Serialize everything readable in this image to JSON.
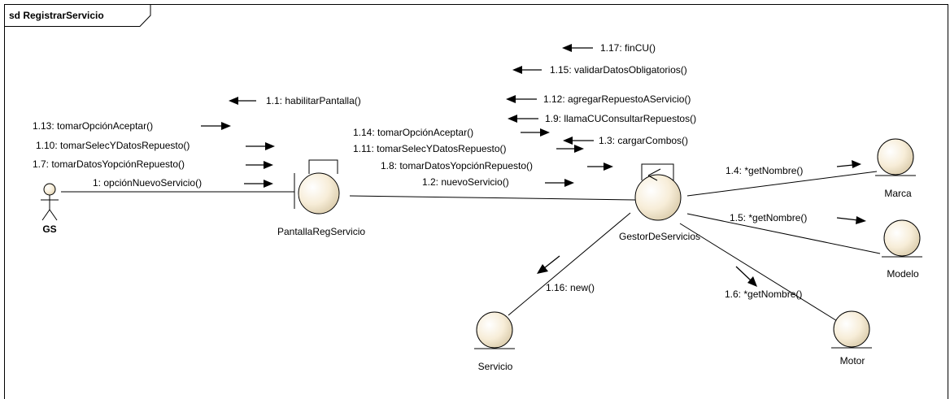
{
  "frame": {
    "title": "sd RegistrarServicio"
  },
  "actor": {
    "name": "GS"
  },
  "objects": {
    "boundary": "PantallaRegServicio",
    "control": "GestorDeServicios",
    "marca": "Marca",
    "modelo": "Modelo",
    "motor": "Motor",
    "servicio": "Servicio"
  },
  "messages": {
    "m1_13": "1.13: tomarOpciónAceptar()",
    "m1_10": "1.10: tomarSelecYDatosRepuesto()",
    "m1_7": "1.7: tomarDatosYopciónRepuesto()",
    "m1": "1: opciónNuevoServicio()",
    "m1_1": "1.1: habilitarPantalla()",
    "m1_14": "1.14: tomarOpciónAceptar()",
    "m1_11": "1.11: tomarSelecYDatosRepuesto()",
    "m1_8": "1.8: tomarDatosYopciónRepuesto()",
    "m1_2": "1.2: nuevoServicio()",
    "m1_17": "1.17: finCU()",
    "m1_15": "1.15: validarDatosObligatorios()",
    "m1_12": "1.12: agregarRepuestoAServicio()",
    "m1_9": "1.9: llamaCUConsultarRepuestos()",
    "m1_3": "1.3: cargarCombos()",
    "m1_4": "1.4: *getNombre()",
    "m1_5": "1.5: *getNombre()",
    "m1_6": "1.6: *getNombre()",
    "m1_16": "1.16: new()"
  }
}
